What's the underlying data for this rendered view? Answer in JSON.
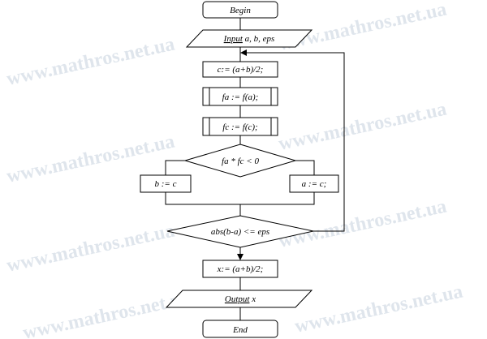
{
  "watermark": "www.mathros.net.ua",
  "flowchart": {
    "begin": "Begin",
    "input": {
      "keyword": "Input",
      "rest": " a, b, eps"
    },
    "compute_c": "c:= (a+b)/2;",
    "compute_fa": "fa := f(a);",
    "compute_fc": "fc := f(c);",
    "condition_sign": "fa * fc < 0",
    "assign_b": "b := c",
    "assign_a": "a := c;",
    "condition_eps": "abs(b-a) <= eps",
    "compute_x": "x:= (a+b)/2;",
    "output": {
      "keyword": "Output",
      "rest": " x"
    },
    "end": "End"
  }
}
